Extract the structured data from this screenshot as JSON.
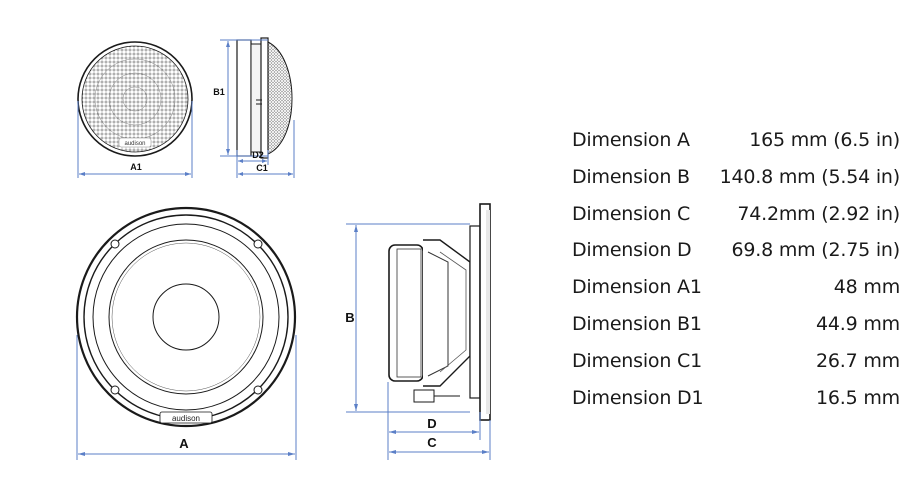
{
  "diagram": {
    "labels": {
      "A": "A",
      "B": "B",
      "C": "C",
      "D": "D",
      "A1": "A1",
      "B1": "B1",
      "C1": "C1",
      "D1": "D2"
    },
    "brand_text": "audison",
    "colors": {
      "dimension_line": "#5b7fc7",
      "ink": "#1a1a1a"
    }
  },
  "specs": [
    {
      "label": "Dimension A",
      "value": "165 mm (6.5 in)"
    },
    {
      "label": "Dimension B",
      "value": "140.8 mm (5.54 in)"
    },
    {
      "label": "Dimension C",
      "value": "74.2mm (2.92 in)"
    },
    {
      "label": "Dimension D",
      "value": "69.8 mm (2.75 in)"
    },
    {
      "label": "Dimension A1",
      "value": "48 mm"
    },
    {
      "label": "Dimension B1",
      "value": "44.9 mm"
    },
    {
      "label": "Dimension C1",
      "value": "26.7 mm"
    },
    {
      "label": "Dimension D1",
      "value": "16.5 mm"
    }
  ]
}
